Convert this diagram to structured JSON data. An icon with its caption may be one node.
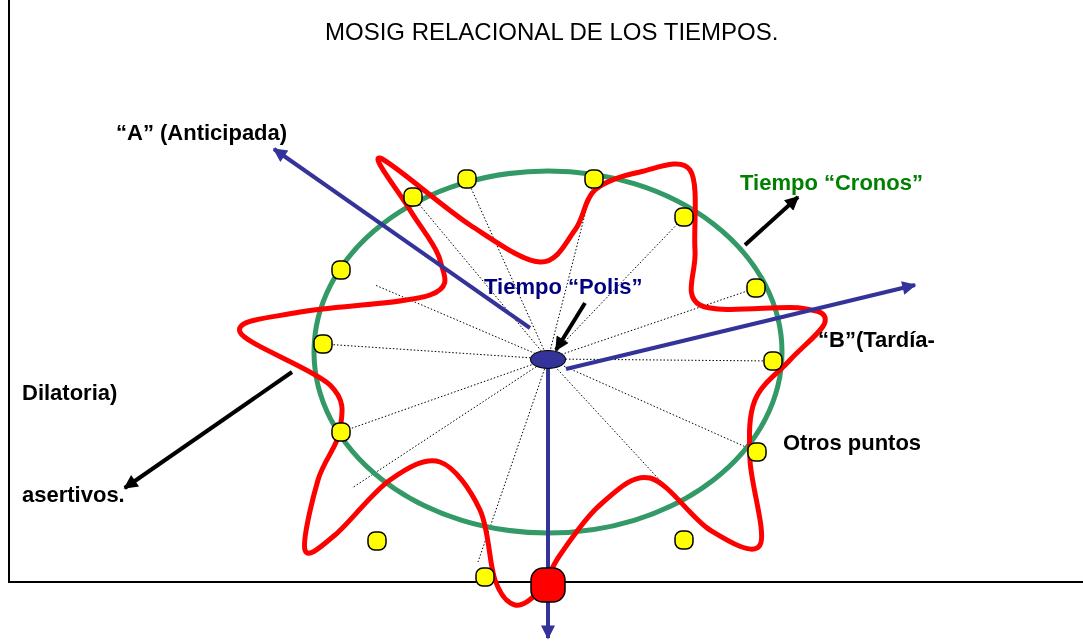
{
  "diagram": {
    "title": "MOSIG RELACIONAL DE LOS TIEMPOS.",
    "nodes": [
      {
        "text": [
          "“A” (Anticipada)"
        ]
      },
      {
        "text": [
          "Tiempo “Cronos”"
        ]
      },
      {
        "text": [
          "Tiempo “Polis”"
        ]
      },
      {
        "text": [
          "asertivos."
        ]
      },
      {
        "text": [],
        "shape": "ellipse"
      }
    ],
    "edges": [
      {
        "from": null,
        "to": 0,
        "arrow": "to",
        "color": "#333399"
      },
      {
        "from": null,
        "to": 1,
        "arrow": "to",
        "color": "#000000"
      },
      {
        "from": 2,
        "to": 4,
        "arrow": "to",
        "color": "#000000"
      },
      {
        "from": 4,
        "to": null,
        "arrow": "to",
        "color": "#333399"
      },
      {
        "from": 4,
        "to": null,
        "arrow": "to",
        "color": "#333399"
      },
      {
        "from": null,
        "to": 3,
        "arrow": "to",
        "color": "#000000"
      }
    ],
    "labels": [
      "“B”(Tardía-",
      "Dilatoria)",
      "Otros puntos"
    ]
  }
}
